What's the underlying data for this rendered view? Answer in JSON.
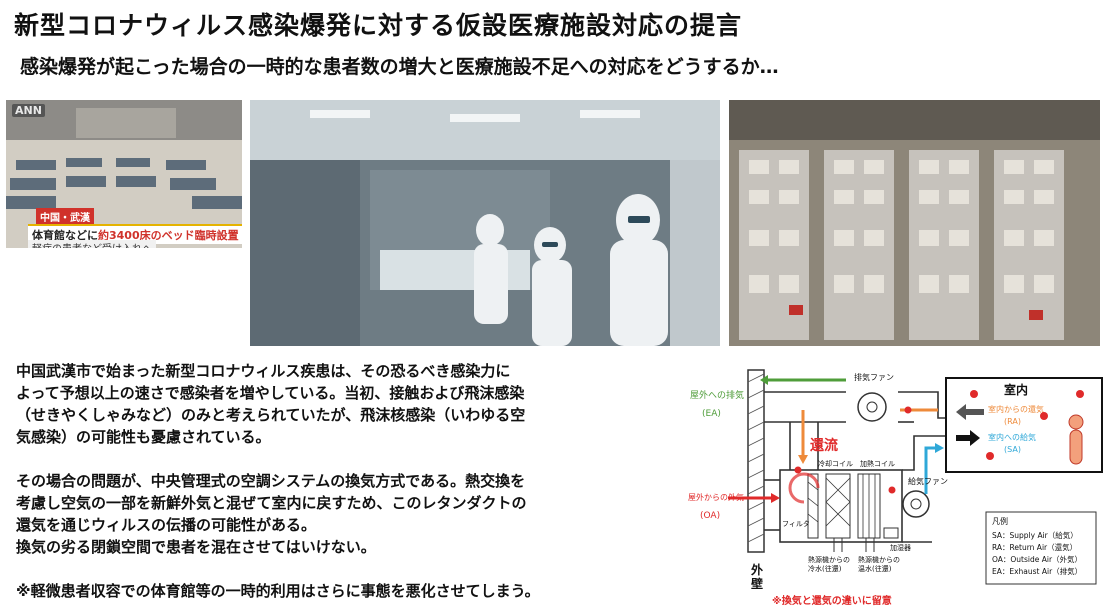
{
  "header": {
    "title": "新型コロナウィルス感染爆発に対する仮設医療施設対応の提言",
    "subtitle": "感染爆発が起こった場合の一時的な患者数の増大と医療施設不足への対応をどうするか…"
  },
  "photos": {
    "tv": {
      "logo": "ANN",
      "tag": "中国・武漢",
      "caption_prefix": "体育館などに",
      "caption_highlight": "約3400床のベッド臨時設置",
      "caption_sub": "軽症の患者など受け入れへ"
    }
  },
  "body": {
    "para1": "中国武漢市で始まった新型コロナウィルス疾患は、その恐るべき感染力に\nよって予想以上の速さで感染者を増やしている。当初、接触および飛沫感染\n（せきやくしゃみなど）のみと考えられていたが、飛沫核感染（いわゆる空\n気感染）の可能性も憂慮されている。",
    "para2": "その場合の問題が、中央管理式の空調システムの換気方式である。熱交換を\n考慮し空気の一部を新鮮外気と混ぜて室内に戻すため、このレタンダクトの\n還気を通じウィルスの伝播の可能性がある。\n換気の劣る閉鎖空間で患者を混在させてはいけない。",
    "para3": "※軽微患者収容での体育館等の一時的利用はさらに事態を悪化させてしまう。"
  },
  "diagram": {
    "exhaust_label": "屋外への排気",
    "exhaust_code": "(EA)",
    "intake_label": "屋外からの外気",
    "intake_code": "(OA)",
    "exhaust_fan": "排気ファン",
    "supply_fan": "給気ファン",
    "recirculation": "還流",
    "cooling_coil": "冷却コイル",
    "heating_coil": "加熱コイル",
    "filter": "フィルタ",
    "humidifier": "加湿器",
    "chilled_water": "熱源機からの\n冷水(往還)",
    "hot_water": "熱源機からの\n温水(往還)",
    "outer_wall": "外\n壁",
    "room_title": "室内",
    "room_return": "室内からの還気",
    "room_return_code": "(RA)",
    "room_supply": "室内への給気",
    "room_supply_code": "(SA)",
    "legend_title": "凡例",
    "legend": [
      "SA：Supply Air（給気）",
      "RA：Return Air（還気）",
      "OA：Outside Air（外気）",
      "EA：Exhaust Air（排気）"
    ],
    "note": "※換気と還気の違いに留意",
    "colors": {
      "green": "#4f9d3a",
      "orange": "#ee8a3a",
      "cyan": "#2fa8d8",
      "red": "#e02a2a"
    }
  }
}
